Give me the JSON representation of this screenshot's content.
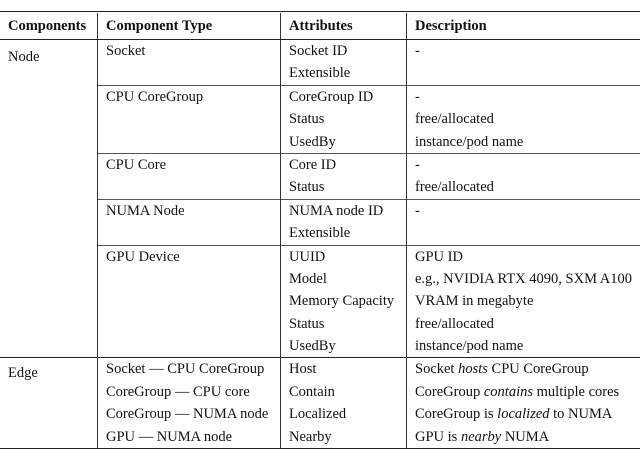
{
  "headers": [
    "Components",
    "Component Type",
    "Attributes",
    "Description"
  ],
  "sections": [
    {
      "component": "Node",
      "groups": [
        {
          "type": "Socket",
          "rows": [
            [
              "Socket ID",
              "-"
            ],
            [
              "Extensible",
              ""
            ]
          ]
        },
        {
          "type": "CPU CoreGroup",
          "rows": [
            [
              "CoreGroup ID",
              "-"
            ],
            [
              "Status",
              "free/allocated"
            ],
            [
              "UsedBy",
              "instance/pod name"
            ]
          ]
        },
        {
          "type": "CPU Core",
          "rows": [
            [
              "Core ID",
              "-"
            ],
            [
              "Status",
              "free/allocated"
            ]
          ]
        },
        {
          "type": "NUMA Node",
          "rows": [
            [
              "NUMA node ID",
              "-"
            ],
            [
              "Extensible",
              ""
            ]
          ]
        },
        {
          "type": "GPU Device",
          "rows": [
            [
              "UUID",
              "GPU ID"
            ],
            [
              "Model",
              "e.g., NVIDIA RTX 4090, SXM A100"
            ],
            [
              "Memory Capacity",
              "VRAM in megabyte"
            ],
            [
              "Status",
              "free/allocated"
            ],
            [
              "UsedBy",
              "instance/pod name"
            ]
          ]
        }
      ]
    },
    {
      "component": "Edge",
      "edges": [
        {
          "type": "Socket — CPU CoreGroup",
          "attr": "Host",
          "desc": [
            "Socket ",
            "hosts",
            " CPU CoreGroup"
          ]
        },
        {
          "type": "CoreGroup — CPU core",
          "attr": "Contain",
          "desc": [
            "CoreGroup ",
            "contains",
            " multiple cores"
          ]
        },
        {
          "type": "CoreGroup — NUMA node",
          "attr": "Localized",
          "desc": [
            "CoreGroup is ",
            "localized",
            " to NUMA"
          ]
        },
        {
          "type": "GPU — NUMA node",
          "attr": "Nearby",
          "desc": [
            "GPU is ",
            "nearby",
            " NUMA"
          ]
        }
      ]
    }
  ]
}
